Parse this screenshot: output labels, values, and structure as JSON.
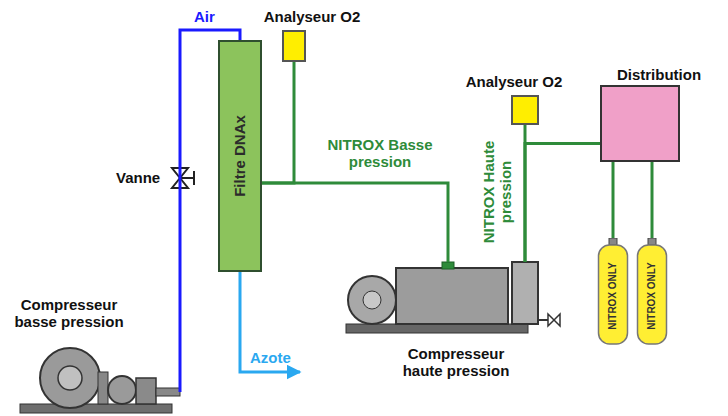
{
  "diagram": {
    "nodes": [
      {
        "text": [
          "Filtre DNAx"
        ]
      },
      {
        "text": [
          "Analyseur O2"
        ]
      },
      {
        "text": [
          "Compresseur basse pression"
        ]
      },
      {
        "text": [
          "Compresseur haute pression"
        ]
      },
      {
        "text": [
          "Analyseur O2"
        ]
      },
      {
        "text": [
          "Distribution"
        ]
      },
      {
        "text": [
          "NITROX ONLY"
        ]
      },
      {
        "text": [
          "NITROX ONLY"
        ]
      }
    ],
    "edges": [
      {
        "from": 2,
        "to": 0,
        "arrow": "none",
        "label": "Air"
      },
      {
        "from": 0,
        "to": 1,
        "arrow": "none"
      },
      {
        "from": 0,
        "to": 3,
        "arrow": "none",
        "label": "NITROX Basse pression"
      },
      {
        "from": 3,
        "to": 4,
        "arrow": "none",
        "label": "NITROX Haute pression"
      },
      {
        "from": 3,
        "to": 5,
        "arrow": "none"
      },
      {
        "from": 5,
        "to": 6,
        "arrow": "none"
      },
      {
        "from": 5,
        "to": 7,
        "arrow": "none"
      }
    ],
    "labels": [
      "Vanne",
      "Azote"
    ]
  }
}
